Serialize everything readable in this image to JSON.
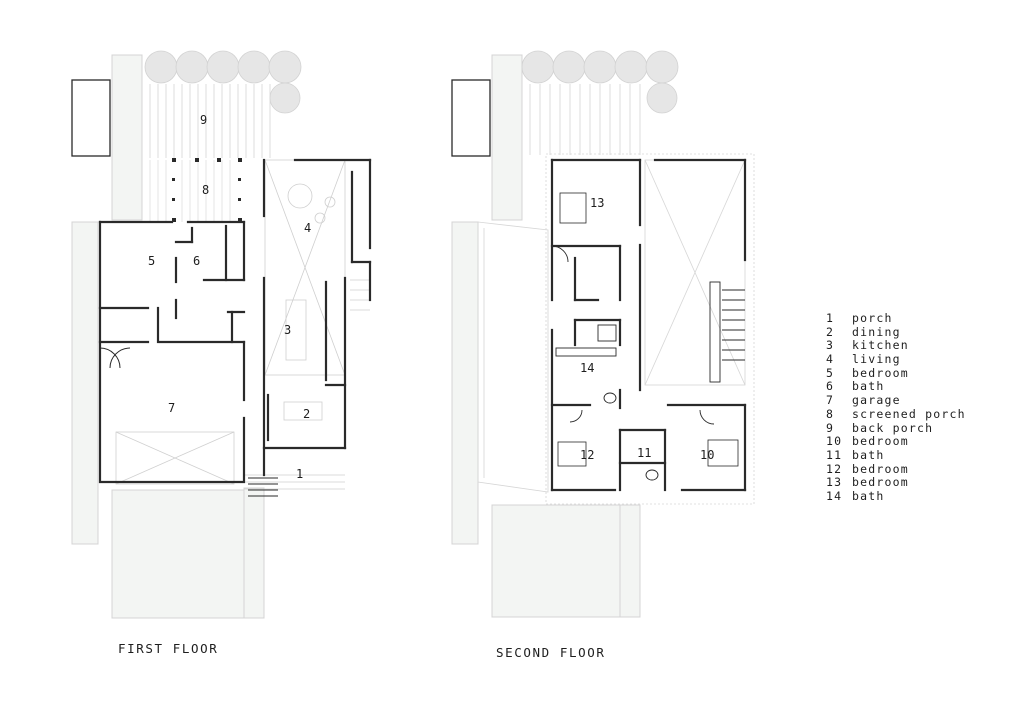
{
  "captions": {
    "first_floor": "FIRST FLOOR",
    "second_floor": "SECOND FLOOR"
  },
  "room_numbers": {
    "first": {
      "r1": "1",
      "r2": "2",
      "r3": "3",
      "r4": "4",
      "r5": "5",
      "r6": "6",
      "r7": "7",
      "r8": "8",
      "r9": "9"
    },
    "second": {
      "r10": "10",
      "r11": "11",
      "r12": "12",
      "r13": "13",
      "r14": "14"
    }
  },
  "legend": [
    {
      "num": "1",
      "label": "porch"
    },
    {
      "num": "2",
      "label": "dining"
    },
    {
      "num": "3",
      "label": "kitchen"
    },
    {
      "num": "4",
      "label": "living"
    },
    {
      "num": "5",
      "label": "bedroom"
    },
    {
      "num": "6",
      "label": "bath"
    },
    {
      "num": "7",
      "label": "garage"
    },
    {
      "num": "8",
      "label": "screened porch"
    },
    {
      "num": "9",
      "label": "back porch"
    },
    {
      "num": "10",
      "label": "bedroom"
    },
    {
      "num": "11",
      "label": "bath"
    },
    {
      "num": "12",
      "label": "bedroom"
    },
    {
      "num": "13",
      "label": "bedroom"
    },
    {
      "num": "14",
      "label": "bath"
    }
  ],
  "colors": {
    "wall": "#2a2a2a",
    "light_line": "#c8c8c8",
    "tree": "#e6e6e6",
    "ground": "#f3f5f3"
  }
}
